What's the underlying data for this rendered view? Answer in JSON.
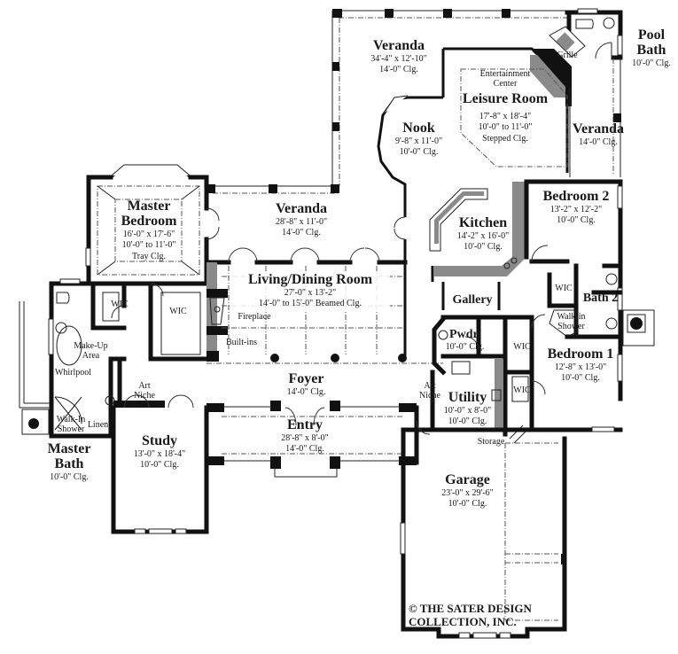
{
  "plan": {
    "rooms": {
      "veranda_top": {
        "name": "Veranda",
        "dims": "34'-4\" x 12'-10\"",
        "ceiling": "14'-0\" Clg."
      },
      "pool_bath": {
        "name_line1": "Pool",
        "name_line2": "Bath",
        "ceiling": "10'-0\" Clg."
      },
      "leisure_room": {
        "name": "Leisure Room",
        "dims": "17'-8\" x 18'-4\"",
        "ceiling": "10'-0\" to 11'-0\"",
        "ceiling_type": "Stepped Clg."
      },
      "nook": {
        "name": "Nook",
        "dims": "9'-8\" x 11'-0\"",
        "ceiling": "10'-0\" Clg."
      },
      "veranda_right": {
        "name": "Veranda",
        "ceiling": "14'-0\" Clg."
      },
      "master_bedroom": {
        "name_line1": "Master",
        "name_line2": "Bedroom",
        "dims": "16'-0\" x 17'-6\"",
        "ceiling": "10'-0\" to 11'-0\"",
        "ceiling_type": "Tray Clg."
      },
      "veranda_mid": {
        "name": "Veranda",
        "dims": "28'-8\" x 11'-0\"",
        "ceiling": "14'-0\" Clg."
      },
      "kitchen": {
        "name": "Kitchen",
        "dims": "14'-2\" x 16'-0\"",
        "ceiling": "10'-0\" Clg."
      },
      "bedroom_2": {
        "name": "Bedroom 2",
        "dims": "13'-2\" x 12'-2\"",
        "ceiling": "10'-0\" Clg."
      },
      "living_dining": {
        "name": "Living/Dining Room",
        "dims": "27'-0\" x 13'-2\"",
        "ceiling": "14'-0\" to 15'-0\" Beamed Clg."
      },
      "gallery": {
        "name": "Gallery"
      },
      "bath_2": {
        "name": "Bath 2"
      },
      "pwdr": {
        "name": "Pwdr.",
        "ceiling": "10'-0\" Clg."
      },
      "bedroom_1": {
        "name": "Bedroom 1",
        "dims": "12'-8\" x 13'-0\"",
        "ceiling": "10'-0\" Clg."
      },
      "foyer": {
        "name": "Foyer",
        "ceiling": "14'-0\" Clg."
      },
      "utility": {
        "name": "Utility",
        "dims": "10'-0\" x 8'-0\"",
        "ceiling": "10'-0\" Clg."
      },
      "entry": {
        "name": "Entry",
        "dims": "28'-8\" x 8'-0\"",
        "ceiling": "14'-0\" Clg."
      },
      "study": {
        "name": "Study",
        "dims": "13'-0\" x 18'-4\"",
        "ceiling": "10'-0\" Clg."
      },
      "master_bath": {
        "name_line1": "Master",
        "name_line2": "Bath",
        "ceiling": "10'-0\" Clg."
      },
      "garage": {
        "name": "Garage",
        "dims": "23'-0\" x 29'-6\"",
        "ceiling": "10'-0\" Clg."
      }
    },
    "annotations": {
      "entertainment_center_1": "Entertainment",
      "entertainment_center_2": "Center",
      "grille": "Grille",
      "wic_master_1": "WIC",
      "wic_master_2": "WIC",
      "fireplace": "Fireplace",
      "built_ins": "Built-ins",
      "make_up_1": "Make-Up",
      "make_up_2": "Area",
      "whirlpool": "Whirlpool",
      "art_niche_left_1": "Art",
      "art_niche_left_2": "Niche",
      "walk_in_shower_left_1": "Walk-In",
      "walk_in_shower_left_2": "Shower",
      "linen": "Linen",
      "art_niche_right_1": "Art",
      "art_niche_right_2": "Niche",
      "wic_bed2": "WIC",
      "walk_in_shower_right_1": "Walk-in",
      "walk_in_shower_right_2": "Shower",
      "wic_bed1_a": "WIC",
      "wic_bed1_b": "WIC",
      "storage": "Storage"
    },
    "copyright_line1": "© THE SATER DESIGN",
    "copyright_line2": "COLLECTION, INC."
  },
  "colors": {
    "wall": "#111111",
    "background": "#ffffff",
    "fill_grey": "#8a8a8a"
  }
}
